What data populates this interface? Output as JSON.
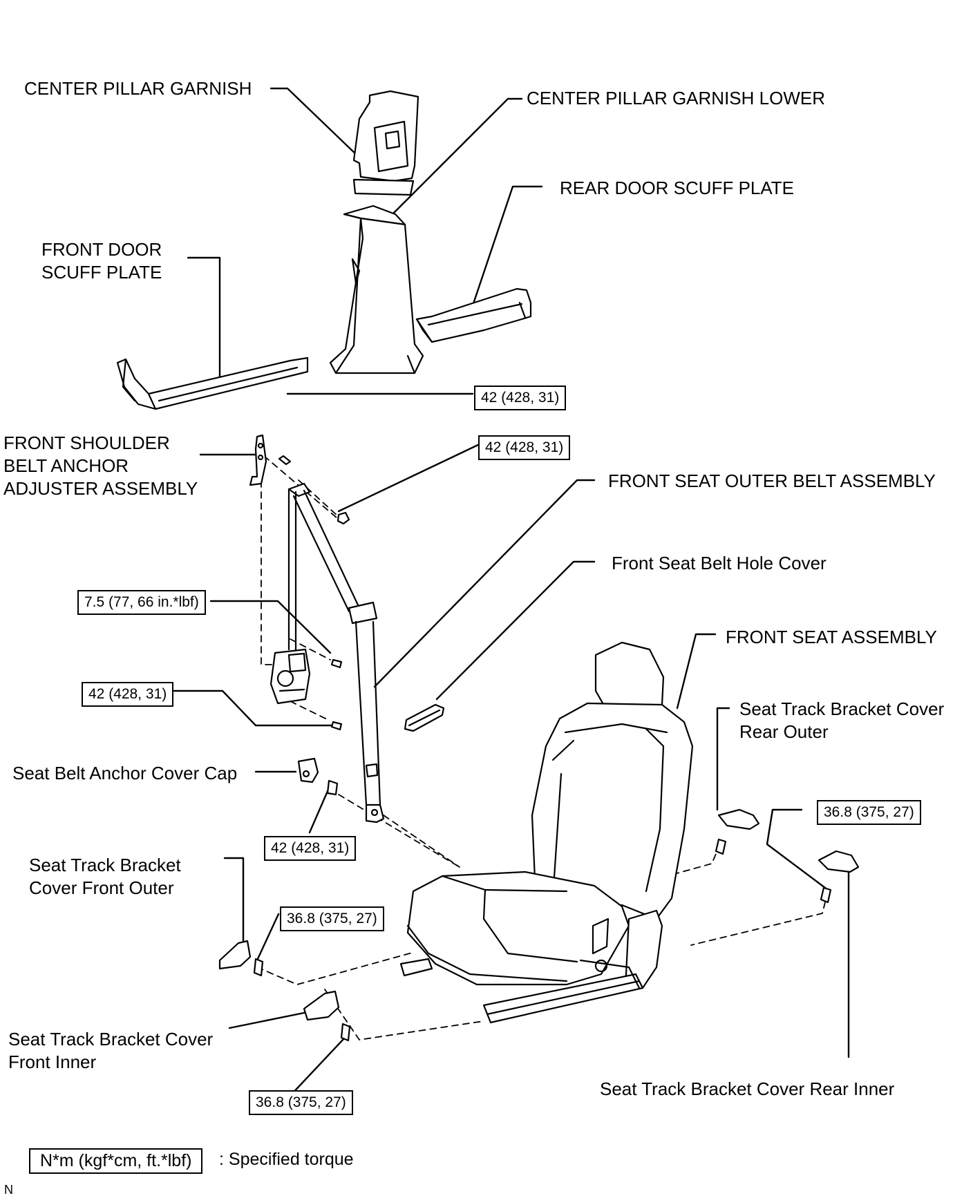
{
  "labels": {
    "center_pillar_garnish": "CENTER PILLAR GARNISH",
    "center_pillar_garnish_lower": "CENTER PILLAR GARNISH LOWER",
    "rear_door_scuff_plate": "REAR DOOR SCUFF PLATE",
    "front_door_scuff_plate_1": "FRONT DOOR",
    "front_door_scuff_plate_2": "SCUFF PLATE",
    "front_shoulder_belt_1": "FRONT SHOULDER",
    "front_shoulder_belt_2": "BELT ANCHOR",
    "front_shoulder_belt_3": "ADJUSTER ASSEMBLY",
    "front_seat_outer_belt": "FRONT SEAT OUTER BELT ASSEMBLY",
    "front_seat_belt_hole_cover": "Front Seat Belt Hole Cover",
    "front_seat_assembly": "FRONT SEAT ASSEMBLY",
    "rear_outer_1": "Seat Track Bracket Cover",
    "rear_outer_2": "Rear Outer",
    "anchor_cover_cap": "Seat Belt Anchor Cover Cap",
    "front_outer_1": "Seat Track Bracket",
    "front_outer_2": "Cover Front Outer",
    "front_inner_1": "Seat Track Bracket Cover",
    "front_inner_2": "Front Inner",
    "rear_inner": "Seat Track Bracket Cover Rear Inner"
  },
  "torques": {
    "t1": "42 (428, 31)",
    "t2": "42 (428, 31)",
    "t3": "7.5 (77, 66 in.*lbf)",
    "t4": "42 (428, 31)",
    "t5": "42 (428, 31)",
    "t6": "36.8 (375, 27)",
    "t7": "36.8 (375, 27)",
    "t8": "36.8 (375, 27)"
  },
  "legend": {
    "box": "N*m (kgf*cm, ft.*lbf)",
    "text": ": Specified torque"
  },
  "corner_code": "N"
}
